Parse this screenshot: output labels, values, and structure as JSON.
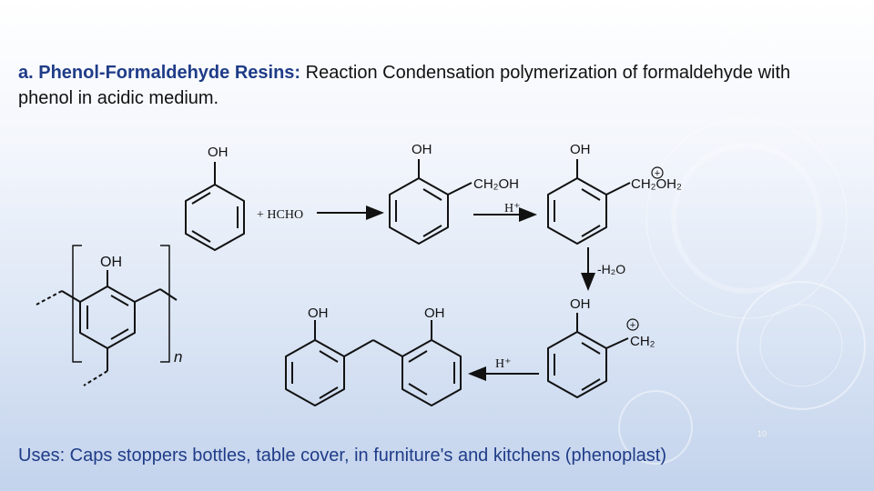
{
  "slide": {
    "title_prefix": "a. Phenol-Formaldehyde Resins:",
    "title_text": " Reaction Condensation polymerization of formaldehyde with phenol in acidic medium.",
    "uses": "Uses: Caps stoppers bottles, table cover, in furniture's and kitchens (phenoplast)",
    "slide_number": "10"
  },
  "scheme": {
    "phenol_oh": "OH",
    "reagent": "+ HCHO",
    "methylol_oh": "OH",
    "methylol_group": "CH₂OH",
    "step2_catalyst": "H⁺",
    "protonated_oh": "OH",
    "protonated_group": "CH₂OH₂",
    "step3_reagent": "-H₂O",
    "benzyl_oh": "OH",
    "benzyl_group": "CH₂",
    "step4_catalyst": "H⁺",
    "dimer_oh_left": "OH",
    "dimer_oh_right": "OH",
    "polymer_oh": "OH",
    "polymer_n": "n",
    "plus_sign": "+"
  }
}
